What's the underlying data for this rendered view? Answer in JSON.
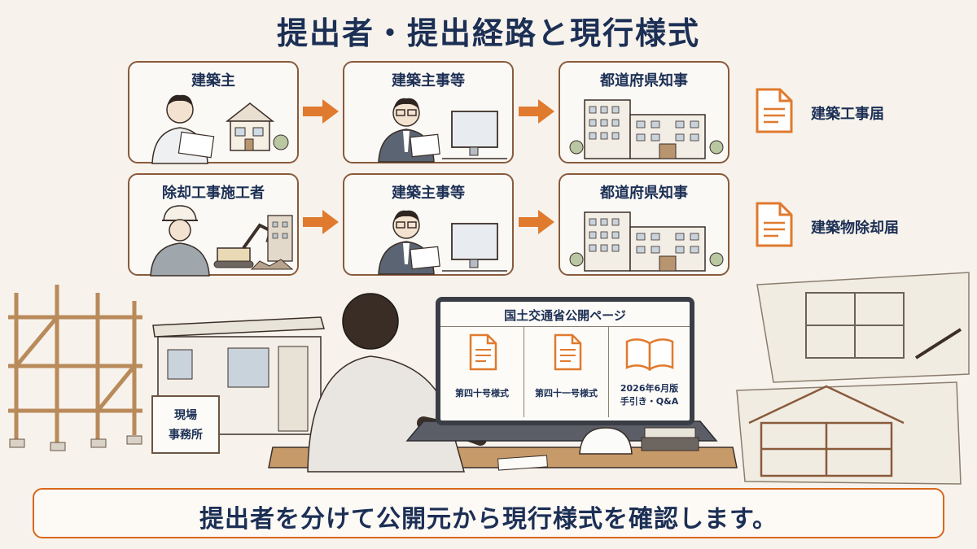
{
  "title": "提出者・提出経路と現行様式",
  "rows": [
    {
      "submitter": "建築主",
      "intermediary": "建築主事等",
      "authority": "都道府県知事",
      "form": "建築工事届"
    },
    {
      "submitter": "除却工事施工者",
      "intermediary": "建築主事等",
      "authority": "都道府県知事",
      "form": "建築物除却届"
    }
  ],
  "laptop": {
    "title": "国土交通省公開ページ",
    "items": [
      {
        "label": "第四十号様式",
        "icon": "document-icon"
      },
      {
        "label": "第四十一号様式",
        "icon": "document-icon"
      },
      {
        "label": "2026年6月版",
        "label2": "手引き・Q&A",
        "icon": "open-book-icon"
      }
    ]
  },
  "site_sign": {
    "line1": "現場",
    "line2": "事務所"
  },
  "footer": "提出者を分けて公開元から現行様式を確認します。",
  "colors": {
    "accent": "#e07a2e",
    "navy": "#1c2f55",
    "frame": "#8a5a3c",
    "background": "#f7f3ec"
  }
}
